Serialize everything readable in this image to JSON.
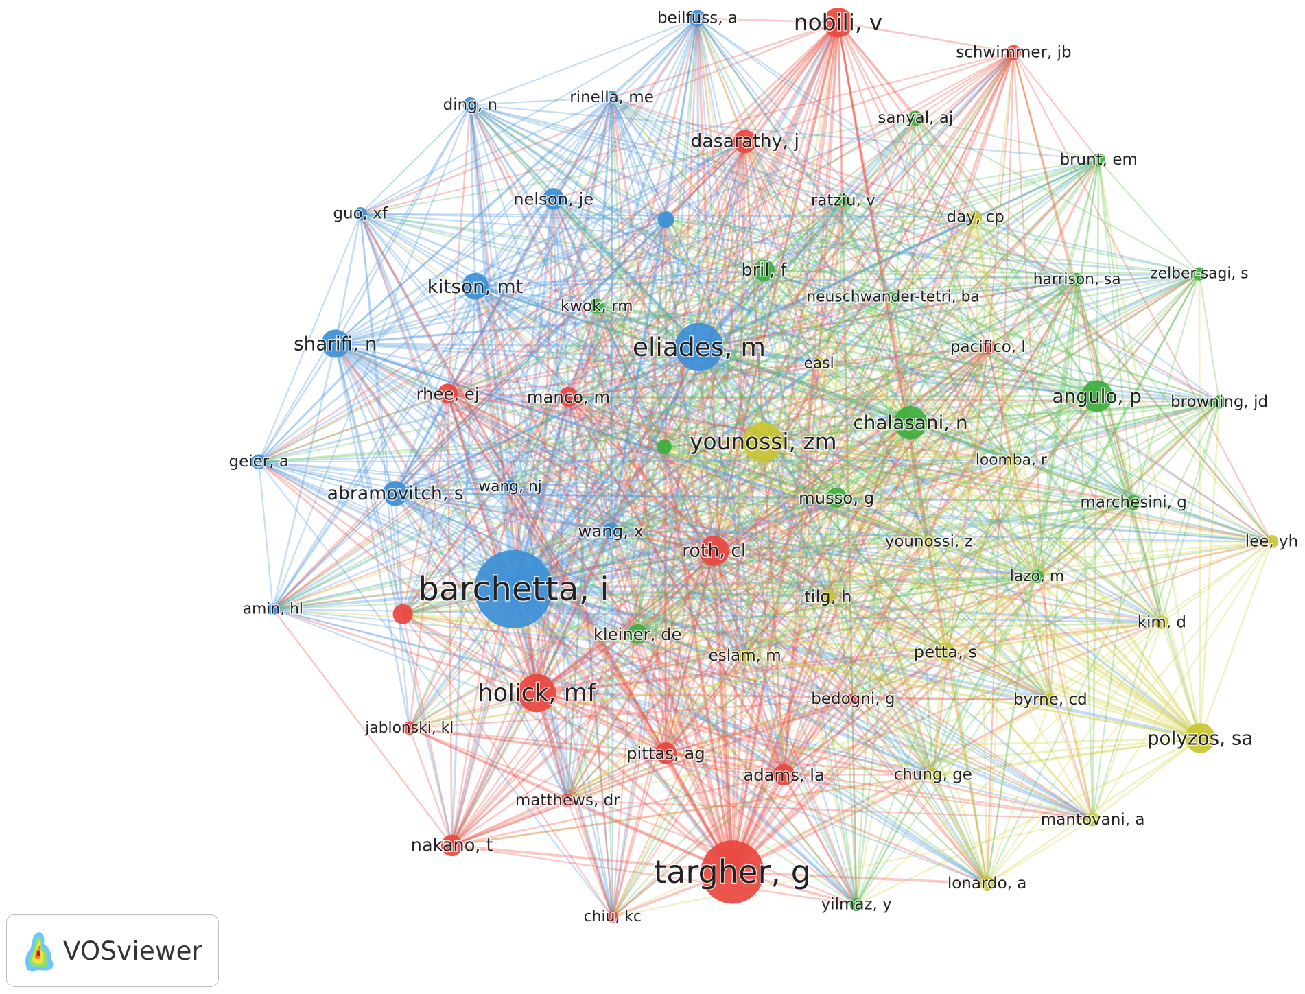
{
  "app": {
    "logo_text": "VOSviewer"
  },
  "colors": {
    "red": "#e8463f",
    "blue": "#3d8fd6",
    "green": "#3fae3f",
    "yellow": "#c8c633"
  },
  "nodes": [
    {
      "label": "barchetta, i",
      "cluster": "blue",
      "weight": 10
    },
    {
      "label": "targher, g",
      "cluster": "red",
      "weight": 8
    },
    {
      "label": "eliades, m",
      "cluster": "blue",
      "weight": 6
    },
    {
      "label": "holick, mf",
      "cluster": "red",
      "weight": 5
    },
    {
      "label": "younossi, zm",
      "cluster": "yellow",
      "weight": 5
    },
    {
      "label": "nobili, v",
      "cluster": "red",
      "weight": 4
    },
    {
      "label": "roth, cl",
      "cluster": "red",
      "weight": 4
    },
    {
      "label": "chalasani, n",
      "cluster": "green",
      "weight": 4
    },
    {
      "label": "angulo, p",
      "cluster": "green",
      "weight": 4
    },
    {
      "label": "polyzos, sa",
      "cluster": "yellow",
      "weight": 4
    },
    {
      "label": "sharifi, n",
      "cluster": "blue",
      "weight": 4
    },
    {
      "label": "kitson, mt",
      "cluster": "blue",
      "weight": 4
    },
    {
      "label": "abramovitch, s",
      "cluster": "blue",
      "weight": 3
    },
    {
      "label": "dasarathy, j",
      "cluster": "red",
      "weight": 3
    },
    {
      "label": "bril, f",
      "cluster": "green",
      "weight": 3
    },
    {
      "label": "nakano, t",
      "cluster": "red",
      "weight": 3
    },
    {
      "label": "adams, la",
      "cluster": "red",
      "weight": 3
    },
    {
      "label": "pittas, ag",
      "cluster": "red",
      "weight": 3
    },
    {
      "label": "musso, g",
      "cluster": "green",
      "weight": 3
    },
    {
      "label": "nelson, je",
      "cluster": "blue",
      "weight": 3
    },
    {
      "label": "manco, m",
      "cluster": "red",
      "weight": 3
    },
    {
      "label": "rhee, ej",
      "cluster": "red",
      "weight": 3
    },
    {
      "label": "kleiner, de",
      "cluster": "green",
      "weight": 3
    },
    {
      "label": "petta, s",
      "cluster": "yellow",
      "weight": 3
    },
    {
      "label": "beilfuss, a",
      "cluster": "blue",
      "weight": 2
    },
    {
      "label": "schwimmer, jb",
      "cluster": "red",
      "weight": 2
    },
    {
      "label": "ding, n",
      "cluster": "blue",
      "weight": 2
    },
    {
      "label": "rinella, me",
      "cluster": "blue",
      "weight": 2
    },
    {
      "label": "sanyal, aj",
      "cluster": "green",
      "weight": 2
    },
    {
      "label": "brunt, em",
      "cluster": "green",
      "weight": 2
    },
    {
      "label": "guo, xf",
      "cluster": "blue",
      "weight": 2
    },
    {
      "label": "ratziu, v",
      "cluster": "green",
      "weight": 2
    },
    {
      "label": "day, cp",
      "cluster": "yellow",
      "weight": 2
    },
    {
      "label": "kwok, rm",
      "cluster": "green",
      "weight": 2
    },
    {
      "label": "neuschwander-tetri, ba",
      "cluster": "green",
      "weight": 2
    },
    {
      "label": "harrison, sa",
      "cluster": "green",
      "weight": 2
    },
    {
      "label": "zelber-sagi, s",
      "cluster": "green",
      "weight": 2
    },
    {
      "label": "pacifico, l",
      "cluster": "red",
      "weight": 2
    },
    {
      "label": "easl",
      "cluster": "yellow",
      "weight": 2
    },
    {
      "label": "browning, jd",
      "cluster": "green",
      "weight": 2
    },
    {
      "label": "geier, a",
      "cluster": "blue",
      "weight": 2
    },
    {
      "label": "loomba, r",
      "cluster": "yellow",
      "weight": 2
    },
    {
      "label": "wang, nj",
      "cluster": "blue",
      "weight": 2
    },
    {
      "label": "marchesini, g",
      "cluster": "green",
      "weight": 2
    },
    {
      "label": "wang, x",
      "cluster": "blue",
      "weight": 2
    },
    {
      "label": "younossi, z",
      "cluster": "yellow",
      "weight": 2
    },
    {
      "label": "lee, yh",
      "cluster": "yellow",
      "weight": 2
    },
    {
      "label": "lazo, m",
      "cluster": "green",
      "weight": 2
    },
    {
      "label": "amin, hl",
      "cluster": "blue",
      "weight": 2
    },
    {
      "label": "tilg, h",
      "cluster": "yellow",
      "weight": 2
    },
    {
      "label": "kim, d",
      "cluster": "yellow",
      "weight": 2
    },
    {
      "label": "eslam, m",
      "cluster": "yellow",
      "weight": 2
    },
    {
      "label": "bedogni, g",
      "cluster": "red",
      "weight": 2
    },
    {
      "label": "byrne, cd",
      "cluster": "yellow",
      "weight": 2
    },
    {
      "label": "jablonski, kl",
      "cluster": "red",
      "weight": 2
    },
    {
      "label": "chung, ge",
      "cluster": "yellow",
      "weight": 2
    },
    {
      "label": "matthews, dr",
      "cluster": "red",
      "weight": 2
    },
    {
      "label": "mantovani, a",
      "cluster": "yellow",
      "weight": 2
    },
    {
      "label": "lonardo, a",
      "cluster": "yellow",
      "weight": 2
    },
    {
      "label": "chiu, kc",
      "cluster": "red",
      "weight": 2
    },
    {
      "label": "yilmaz, y",
      "cluster": "green",
      "weight": 2
    },
    {
      "label": "",
      "cluster": "blue",
      "weight": 2
    },
    {
      "label": "",
      "cluster": "green",
      "weight": 2
    },
    {
      "label": "",
      "cluster": "red",
      "weight": 2
    }
  ]
}
